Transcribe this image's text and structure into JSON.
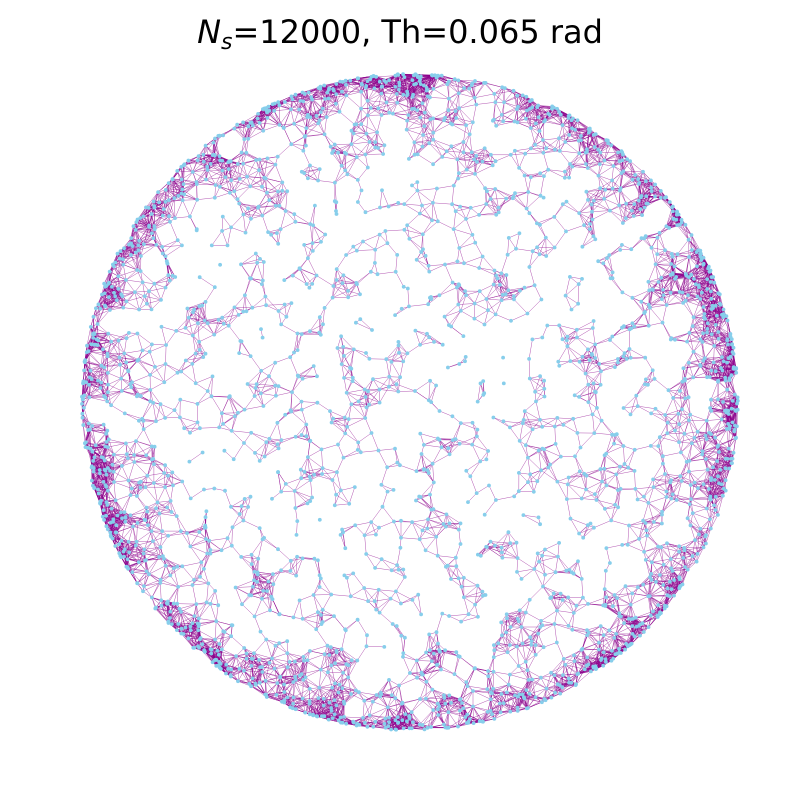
{
  "title": {
    "symbol": "N",
    "subscript": "s",
    "rest": "=12000, Th=0.065 rad"
  },
  "graph": {
    "type": "geometric-network-on-sphere",
    "node_count": 12000,
    "threshold_rad": 0.065,
    "node_color": "#87ceeb",
    "edge_color": "#8b008b",
    "background": "#ffffff"
  }
}
